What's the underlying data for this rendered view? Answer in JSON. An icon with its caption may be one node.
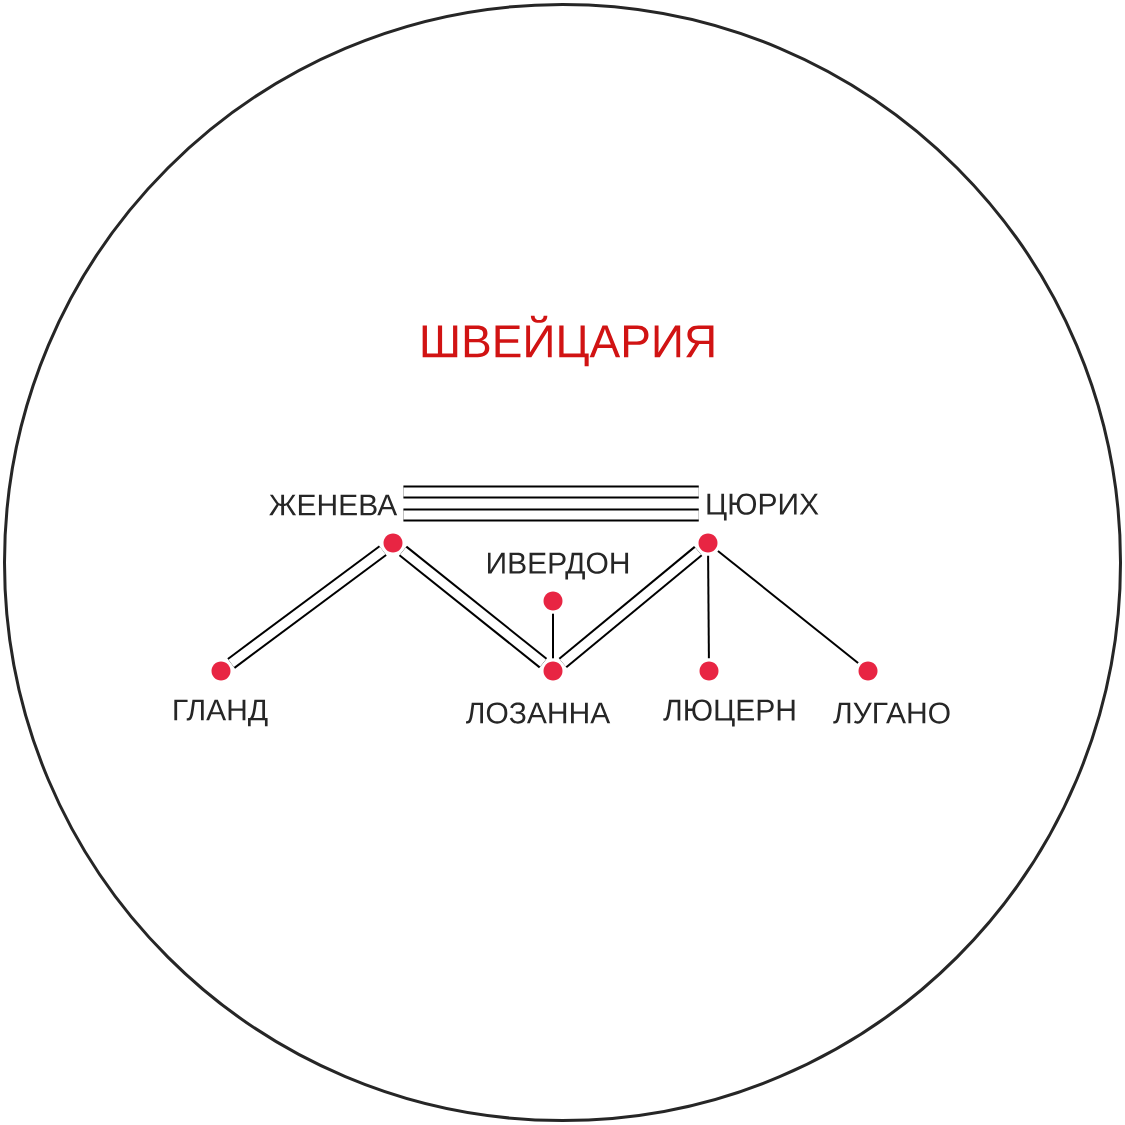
{
  "diagram": {
    "nodes": [
      {
        "text": [
          "ШВЕЙЦАРИЯ"
        ]
      },
      {
        "text": [
          "ЖЕНЕВА"
        ],
        "in": 0
      },
      {
        "text": [
          "ЦЮРИХ"
        ],
        "in": 0
      },
      {
        "text": [
          "ИВЕРДОН"
        ],
        "in": 0
      },
      {
        "text": [
          "ГЛАНД"
        ],
        "in": 0
      },
      {
        "text": [
          "ЛОЗАННА"
        ],
        "in": 0
      },
      {
        "text": [
          "ЛЮЦЕРН"
        ],
        "in": 0
      },
      {
        "text": [
          "ЛУГАНО"
        ],
        "in": 0
      }
    ],
    "edges": [
      {
        "from": 1,
        "to": 4,
        "arrow": "none"
      },
      {
        "from": 1,
        "to": 5,
        "arrow": "none"
      },
      {
        "from": 1,
        "to": 2,
        "arrow": "none"
      },
      {
        "from": 3,
        "to": 5,
        "arrow": "none"
      },
      {
        "from": 2,
        "to": 5,
        "arrow": "none"
      },
      {
        "from": 2,
        "to": 6,
        "arrow": "none"
      },
      {
        "from": 2,
        "to": 7,
        "arrow": "none"
      }
    ]
  }
}
